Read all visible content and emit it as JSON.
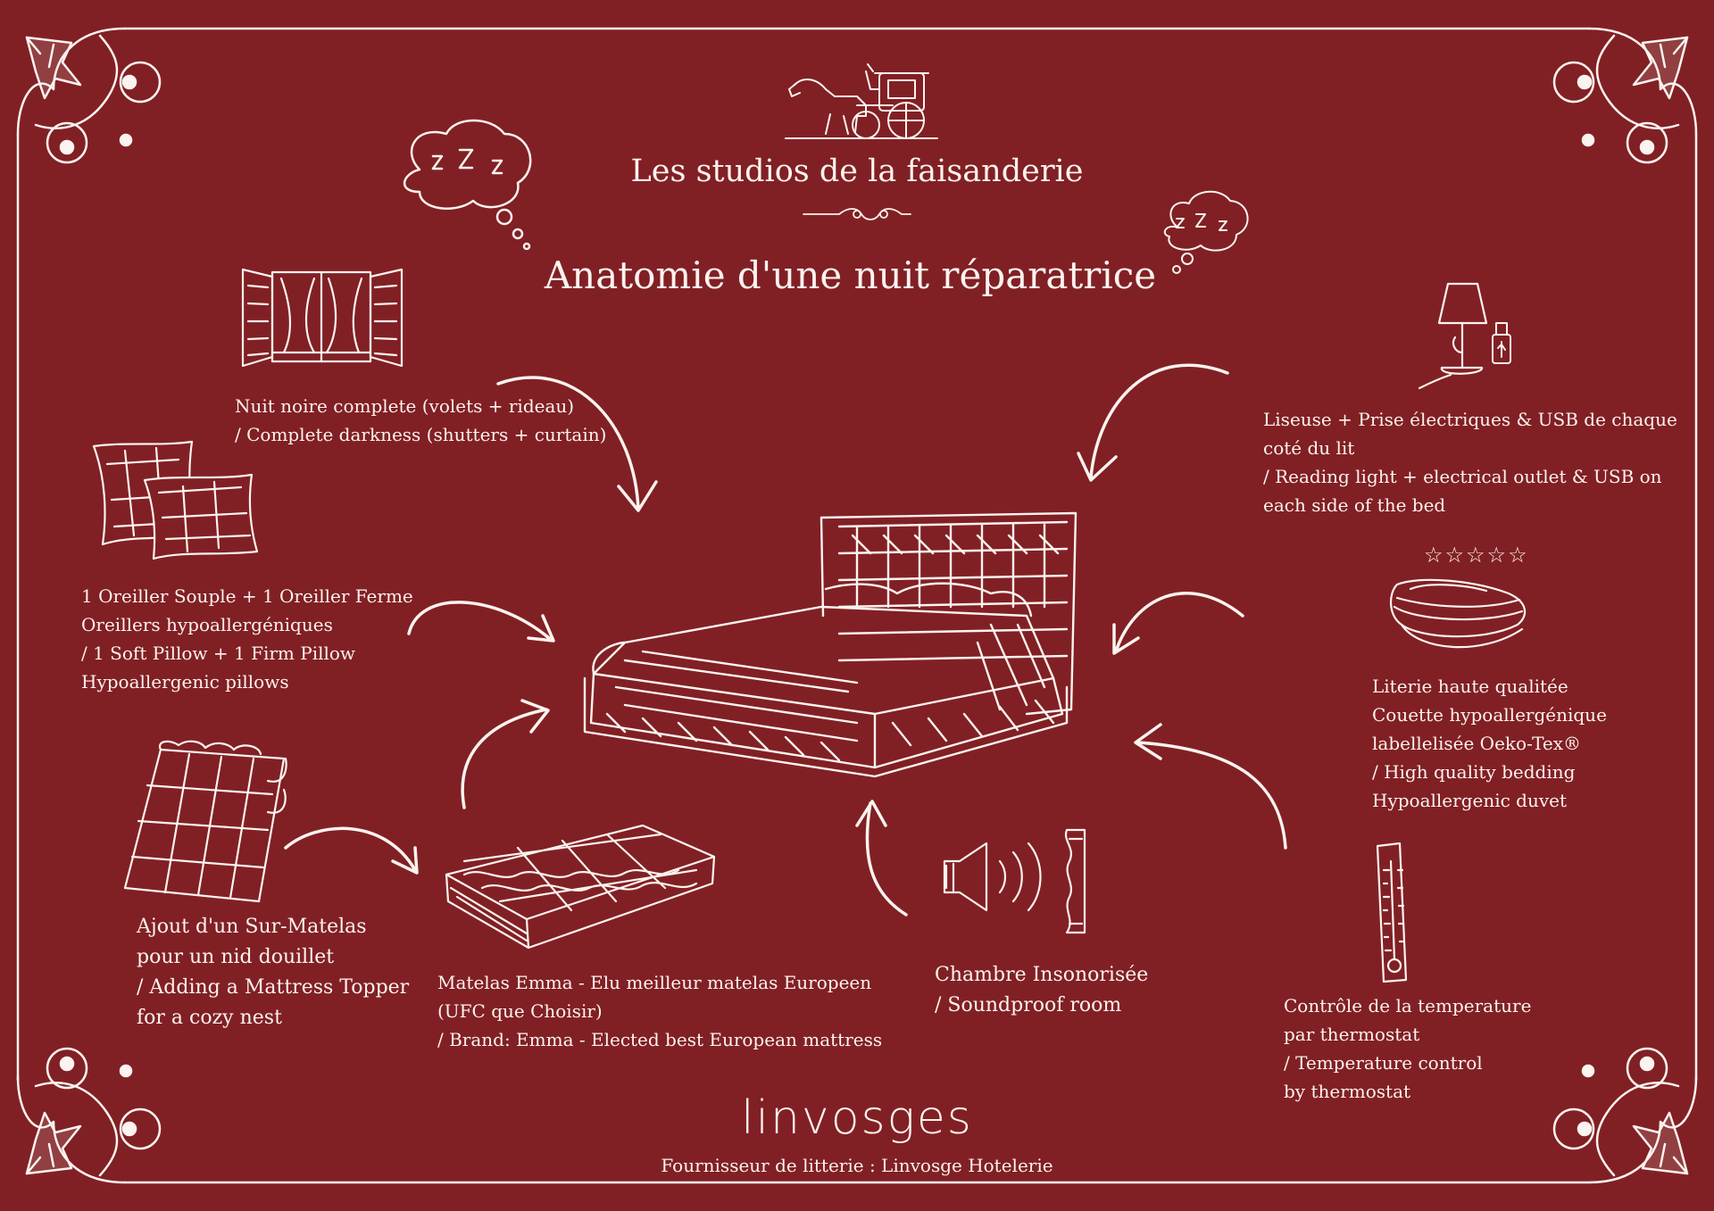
{
  "header": {
    "brand": "Les studios de la faisanderie",
    "title": "Anatomie d'une nuit réparatrice"
  },
  "features": {
    "darkness": "Nuit noire complete (volets + rideau)\n/ Complete darkness (shutters + curtain)",
    "pillows": "1 Oreiller Souple + 1 Oreiller Ferme\nOreillers hypoallergéniques\n/ 1 Soft Pillow + 1 Firm Pillow\nHypoallergenic pillows",
    "topper": "Ajout d'un Sur-Matelas\npour un nid douillet\n/ Adding a Mattress Topper\nfor a cozy nest",
    "mattress": "Matelas Emma - Elu meilleur matelas Europeen\n(UFC que Choisir)\n/ Brand: Emma - Elected best European mattress",
    "soundproof": "Chambre Insonorisée\n/ Soundproof room",
    "temperature": "Contrôle de la temperature\npar thermostat\n/ Temperature control\nby thermostat",
    "bedding": "Literie haute qualitée\nCouette hypoallergénique\n labellelisée Oeko-Tex®\n/ High quality bedding\nHypoallergenic duvet",
    "bedding_stars": "☆☆☆☆☆",
    "reading_light": "Liseuse + Prise électriques & USB de chaque\ncoté du lit\n/ Reading light + electrical outlet & USB on\neach side of the bed"
  },
  "footer": {
    "logo": "linvosges",
    "supplier": "Fournisseur de litterie : Linvosge Hotelerie"
  },
  "icons": {
    "sleep_bubbles": [
      "sleep-bubble-icon",
      "sleep-bubble-icon"
    ],
    "emblem": "horse-carriage-icon",
    "window": "window-shutters-icon",
    "pillows": "pillows-icon",
    "topper": "duvet-topper-icon",
    "mattress": "mattress-icon",
    "bed": "bed-icon",
    "speaker": "speaker-icon",
    "acoustic_panel": "acoustic-panel-icon",
    "thermometer": "thermometer-icon",
    "blanket": "folded-blanket-icon",
    "lamp": "bedside-lamp-icon",
    "usb": "usb-key-icon"
  },
  "colors": {
    "background": "#812024",
    "ink": "#fbf3ef"
  }
}
